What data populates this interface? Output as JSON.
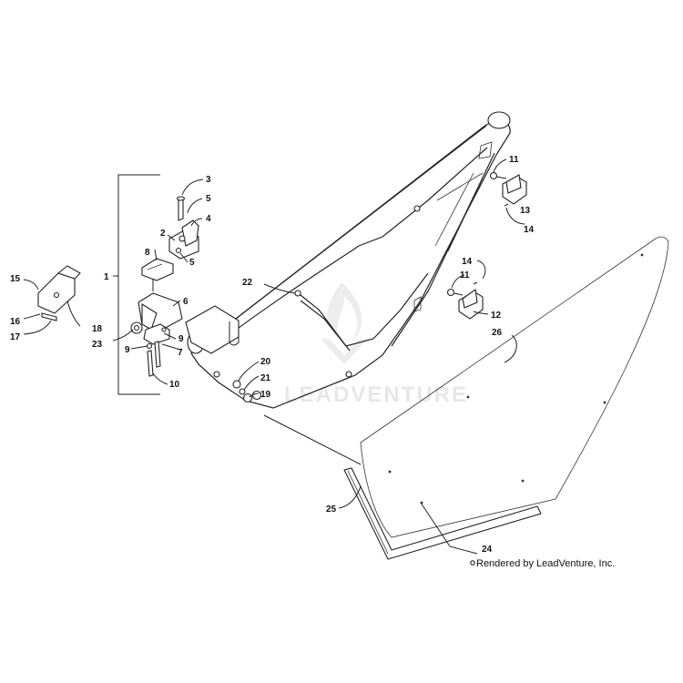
{
  "callouts": {
    "c1": "1",
    "c2": "2",
    "c3": "3",
    "c4": "4",
    "c5a": "5",
    "c5b": "5",
    "c6": "6",
    "c7": "7",
    "c8": "8",
    "c9a": "9",
    "c9b": "9",
    "c10": "10",
    "c11a": "11",
    "c11b": "11",
    "c12": "12",
    "c13": "13",
    "c14a": "14",
    "c14b": "14",
    "c15": "15",
    "c16": "16",
    "c17": "17",
    "c18": "18",
    "c19": "19",
    "c20": "20",
    "c21": "21",
    "c22": "22",
    "c23": "23",
    "c24": "24",
    "c25": "25",
    "c26": "26"
  },
  "credit": "Rendered by LeadVenture, Inc.",
  "watermark": "LEADVENTURE"
}
